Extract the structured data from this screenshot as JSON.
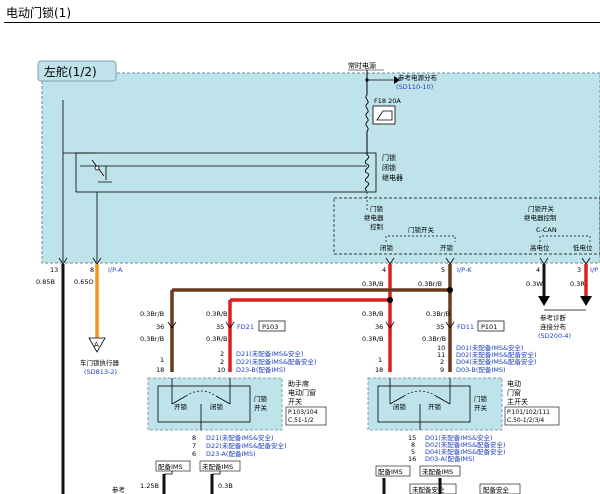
{
  "page": {
    "title": "电动门锁(1)"
  },
  "region": {
    "label": "左舵(1/2)"
  },
  "colors": {
    "module_fill": "#bfe3ea",
    "wire_red": "#dd1f1f",
    "wire_brown": "#6b3a1e",
    "wire_orange": "#f39619",
    "wire_black": "#111111",
    "ref_blue": "#1f3fbf"
  },
  "power": {
    "label": "常时电源",
    "ref_label": "参考电源分布",
    "ref_code": "(SD110-10)",
    "fuse_label": "F18 20A"
  },
  "relay": {
    "label_l1": "门锁",
    "label_l2": "闭锁",
    "label_l3": "继电器"
  },
  "control_left": {
    "l1": "门锁",
    "l2": "继电器",
    "l3": "控制"
  },
  "control_right": {
    "l1": "门锁开关",
    "l2": "继电器控制",
    "l3": "C-CAN"
  },
  "door_switch": {
    "label": "门锁开关",
    "lock": "闭锁",
    "unlock": "开锁"
  },
  "can_pins": {
    "high": "高电位",
    "low": "低电位"
  },
  "pins_top": {
    "p13": "13",
    "w13": "0.85B",
    "p8": "8",
    "conn8": "I/P-A",
    "w8": "0.65O",
    "p4": "4",
    "w4": "0.3R/B",
    "p5": "5",
    "conn5": "I/P-K",
    "w5": "0.3Br/B",
    "p4b": "4",
    "w4b": "0.3W",
    "p3": "3",
    "conn3": "I/P",
    "w3": "0.3R"
  },
  "diag_ref": {
    "l1": "参考诊断",
    "l2": "连接分布",
    "code": "(SD200-4)"
  },
  "actuator": {
    "glyph": "A",
    "label": "车门锁执行器",
    "code": "(SD813-2)"
  },
  "left_connector": {
    "w1": "0.3Br/B",
    "w2": "0.3R/B",
    "p36": "36",
    "p35": "35",
    "name": "FD21",
    "ref": "P103",
    "w3": "0.3Br/B",
    "w4": "0.3R/B",
    "p1": "1",
    "p18": "18",
    "p2a": "2",
    "p2b": "2",
    "p10": "10",
    "n1": "D21(未配备IMS&安全)",
    "n2": "D22(未配备IMS&配备安全)",
    "n3": "D23-B(配备IMS)"
  },
  "left_switch": {
    "title_l1": "助手席",
    "title_l2": "电动门窗",
    "title_l3": "开关",
    "ref1": "P.103/104",
    "ref2": "C.51-1/2",
    "unlock": "开锁",
    "lock": "闭锁",
    "side_l1": "门锁",
    "side_l2": "开关"
  },
  "left_bottom": {
    "p8": "8",
    "p7": "7",
    "p6": "6",
    "n1": "D21(未配备IMS&安全)",
    "n2": "D22(未配备IMS&配备安全)",
    "n3": "D23-A(配备IMS)",
    "opt1": "配备IMS",
    "opt2": "未配备IMS",
    "w1": "1.25B",
    "w2": "0.3B",
    "ref": "参考"
  },
  "right_connector": {
    "w1": "0.3R/B",
    "w2": "0.3Br/B",
    "p36": "36",
    "p35": "35",
    "name": "FD11",
    "ref": "P101",
    "w3": "0.3R/B",
    "w4": "0.3Br/B",
    "p1": "1",
    "p18": "18",
    "p10": "10",
    "p11": "11",
    "p2": "2",
    "p9": "9",
    "n1": "D01(未配备IMS&安全)",
    "n2": "D02(未配备IMS&配备安全)",
    "n3": "D04(未配备IMS&配备安全)",
    "n4": "D03-B(配备IMS)"
  },
  "right_switch": {
    "title_l1": "电动",
    "title_l2": "门窗",
    "title_l3": "主开关",
    "ref1": "P.101/102/111",
    "ref2": "C.50-1/2/3/4",
    "lock": "闭锁",
    "unlock": "开锁",
    "side_l1": "门锁",
    "side_l2": "开关"
  },
  "right_bottom": {
    "p15": "15",
    "p8": "8",
    "p5": "5",
    "p16": "16",
    "n1": "D01(未配备IMS&安全)",
    "n2": "D02(未配备IMS&配备安全)",
    "n3": "D04(未配备IMS&配备安全)",
    "n4": "D03-A(配备IMS)",
    "opt1": "配备IMS",
    "opt2": "未配备IMS",
    "opt3": "未配备安全",
    "opt4": "配备安全"
  }
}
